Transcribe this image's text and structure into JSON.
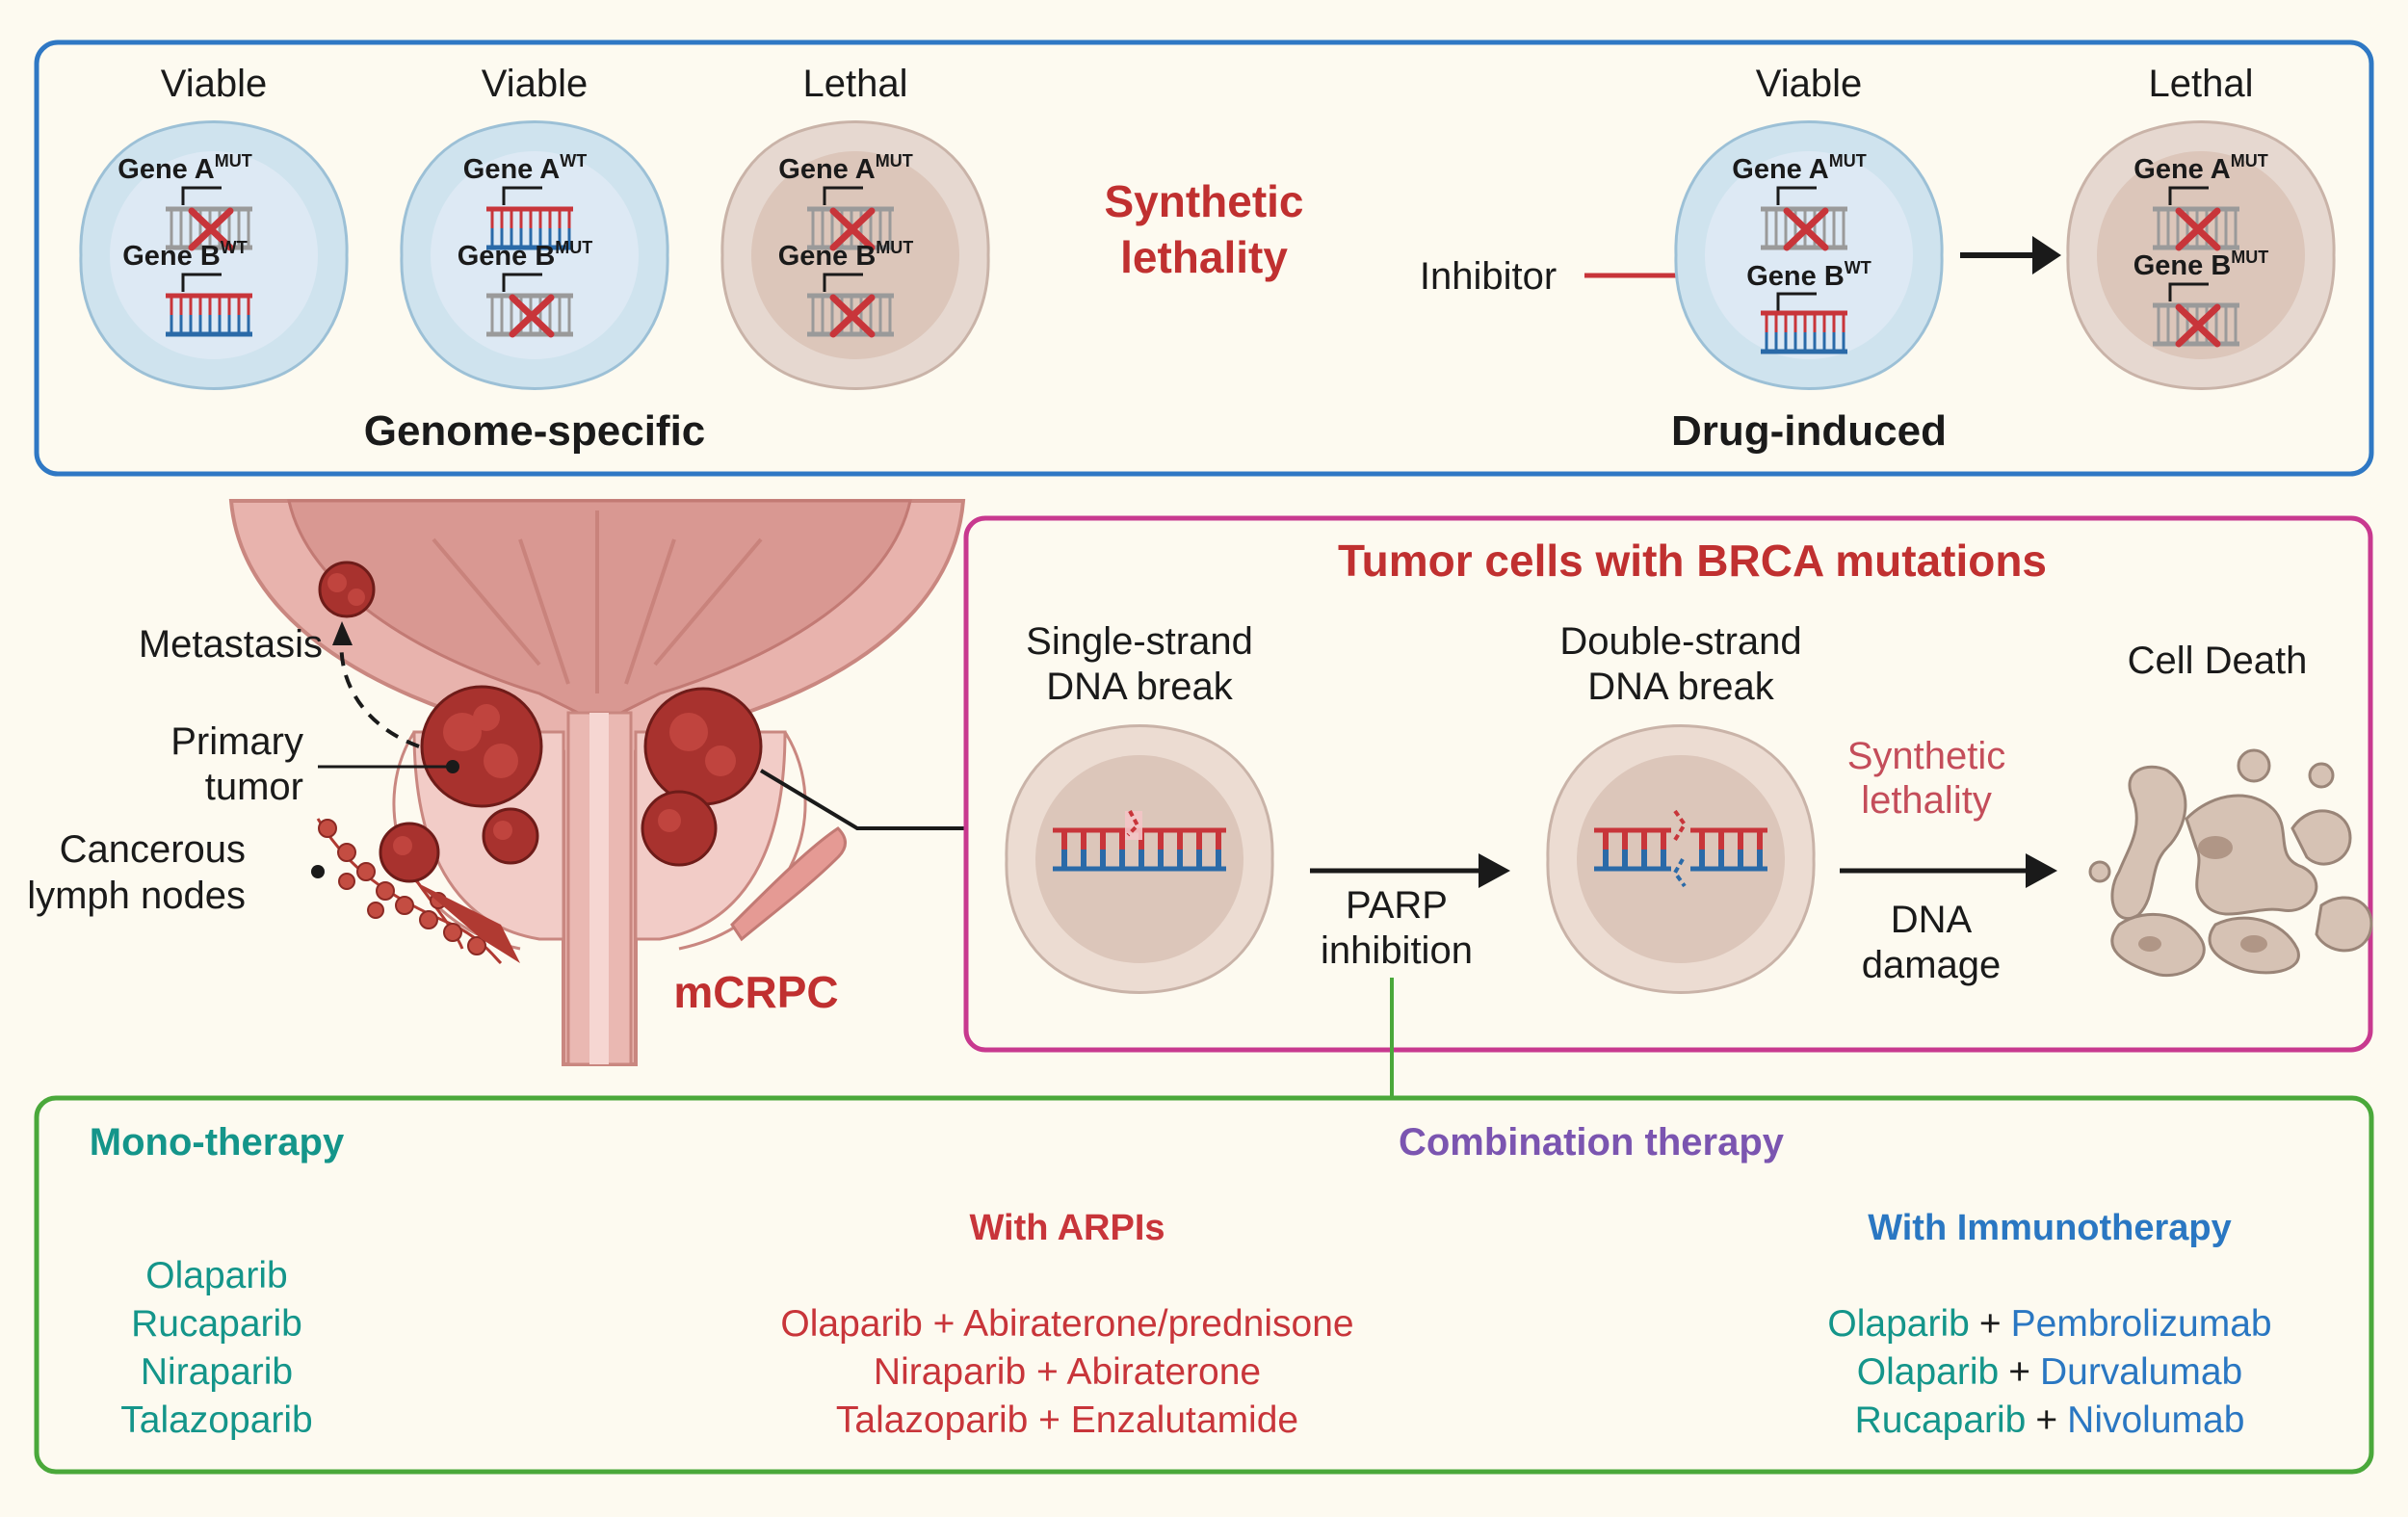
{
  "top_panel": {
    "cells": [
      {
        "status": "Viable",
        "gene_a": "Gene A",
        "gene_a_sup": "MUT",
        "gene_b": "Gene B",
        "gene_b_sup": "WT"
      },
      {
        "status": "Viable",
        "gene_a": "Gene A",
        "gene_a_sup": "WT",
        "gene_b": "Gene B",
        "gene_b_sup": "MUT"
      },
      {
        "status": "Lethal",
        "gene_a": "Gene A",
        "gene_a_sup": "MUT",
        "gene_b": "Gene B",
        "gene_b_sup": "MUT"
      },
      {
        "status": "Viable",
        "gene_a": "Gene A",
        "gene_a_sup": "MUT",
        "gene_b": "Gene B",
        "gene_b_sup": "WT"
      },
      {
        "status": "Lethal",
        "gene_a": "Gene A",
        "gene_a_sup": "MUT",
        "gene_b": "Gene B",
        "gene_b_sup": "MUT"
      }
    ],
    "center_title_line1": "Synthetic",
    "center_title_line2": "lethality",
    "inhibitor": "Inhibitor",
    "left_caption": "Genome-specific",
    "right_caption": "Drug-induced"
  },
  "anatomy": {
    "metastasis": "Metastasis",
    "primary_line1": "Primary",
    "primary_line2": "tumor",
    "nodes_line1": "Cancerous",
    "nodes_line2": "lymph nodes",
    "disease": "mCRPC"
  },
  "brca_panel": {
    "title": "Tumor cells with BRCA mutations",
    "ss_line1": "Single-strand",
    "ss_line2": "DNA break",
    "ds_line1": "Double-strand",
    "ds_line2": "DNA break",
    "death": "Cell Death",
    "parp_line1": "PARP",
    "parp_line2": "inhibition",
    "synth_line1": "Synthetic",
    "synth_line2": "lethality",
    "dna_line1": "DNA",
    "dna_line2": "damage"
  },
  "therapy_panel": {
    "mono_title": "Mono-therapy",
    "mono_drugs": [
      "Olaparib",
      "Rucaparib",
      "Niraparib",
      "Talazoparib"
    ],
    "combo_title": "Combination therapy",
    "arpi_title": "With ARPIs",
    "arpi_items": [
      "Olaparib + Abiraterone/prednisone",
      "Niraparib + Abiraterone",
      "Talazoparib + Enzalutamide"
    ],
    "immuno_title": "With Immunotherapy",
    "immuno_items": [
      {
        "parp": "Olaparib",
        "plus": "+",
        "partner": "Pembrolizumab"
      },
      {
        "parp": "Olaparib",
        "plus": "+",
        "partner": "Durvalumab"
      },
      {
        "parp": "Rucaparib",
        "plus": "+",
        "partner": "Nivolumab"
      }
    ]
  },
  "colors": {
    "top_border": "#2f78c4",
    "brca_border": "#c8398f",
    "therapy_border": "#4aa83a",
    "heading_red": "#c03030",
    "teal": "#14958a",
    "blue": "#2a77c2",
    "purple": "#7b55b0",
    "viable_cell": "#cfe3ee",
    "lethal_cell": "#e6d8d0",
    "tumor": "#a8322e"
  }
}
